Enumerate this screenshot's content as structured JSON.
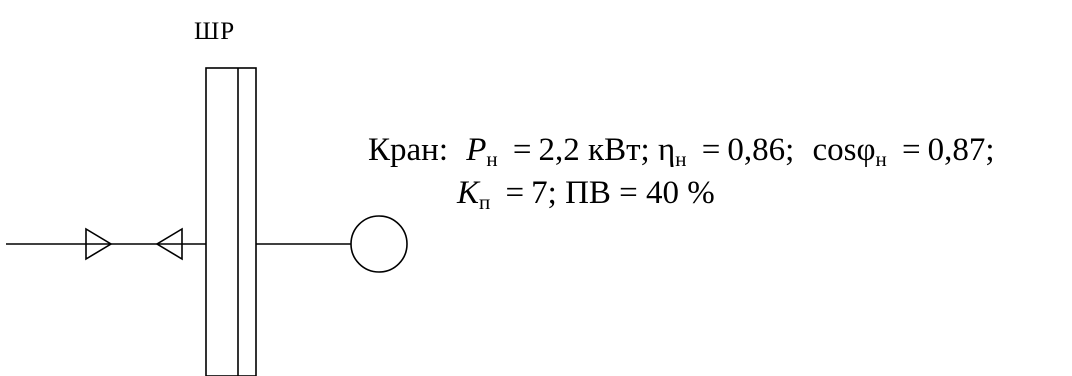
{
  "panel": {
    "label": "ШР"
  },
  "spec": {
    "line1": {
      "prefix": "Кран:",
      "p_sym": "P",
      "p_sub": "н",
      "eq1": "=",
      "p_val": "2,2",
      "p_unit": "кВт;",
      "eta_sym": "η",
      "eta_sub": "н",
      "eq2": "=",
      "eta_val": "0,86;",
      "cos_fn": "cos",
      "phi_sym": "φ",
      "phi_sub": "н",
      "eq3": "=",
      "cos_val": "0,87;"
    },
    "line2": {
      "k_sym": "K",
      "k_sub": "п",
      "eq4": "=",
      "k_val": "7;",
      "pv_sym": "ПВ",
      "eq5": "=",
      "pv_val": "40 %"
    }
  }
}
